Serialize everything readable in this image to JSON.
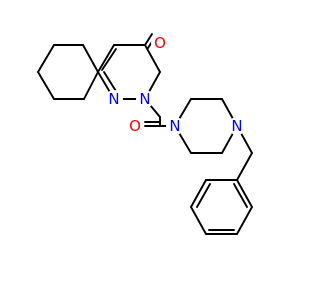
{
  "molecule": {
    "atoms": [
      {
        "id": "O1",
        "symbol": "O",
        "color": "#ff0000"
      },
      {
        "id": "O2",
        "symbol": "O",
        "color": "#ff0000"
      },
      {
        "id": "N1",
        "symbol": "N",
        "color": "#0000ff"
      },
      {
        "id": "N2",
        "symbol": "N",
        "color": "#0000ff"
      },
      {
        "id": "N3",
        "symbol": "N",
        "color": "#0000ff"
      },
      {
        "id": "N4",
        "symbol": "N",
        "color": "#0000ff"
      }
    ],
    "bond_color": "#000000"
  }
}
